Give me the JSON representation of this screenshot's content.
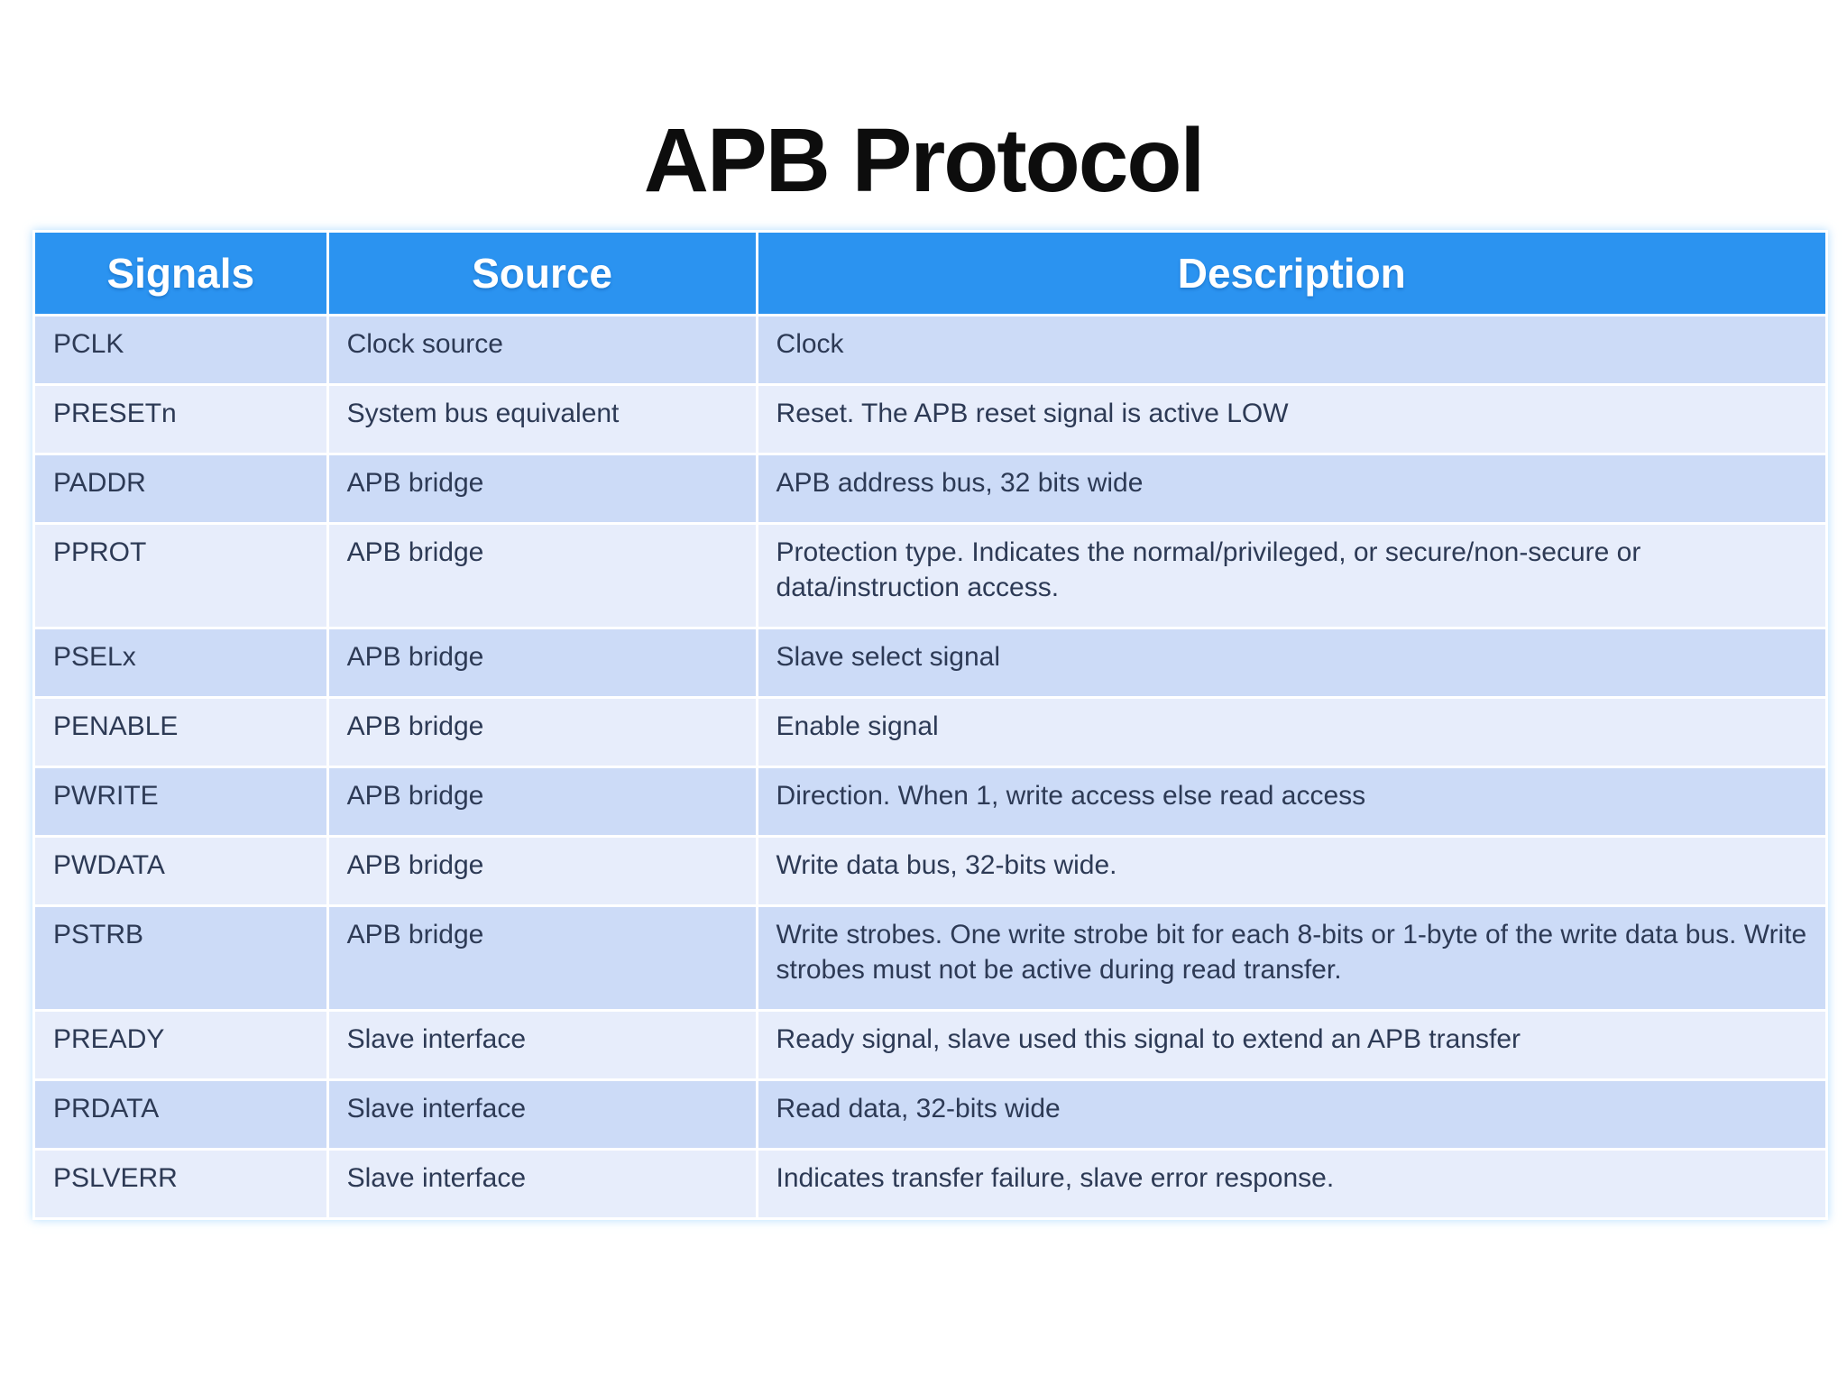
{
  "title": "APB Protocol",
  "table": {
    "columns": [
      "Signals",
      "Source",
      "Description"
    ],
    "rows": [
      {
        "signal": "PCLK",
        "source": "Clock source",
        "description": "Clock"
      },
      {
        "signal": "PRESETn",
        "source": "System bus equivalent",
        "description": "Reset. The APB reset signal is active LOW"
      },
      {
        "signal": "PADDR",
        "source": "APB bridge",
        "description": "APB address bus, 32 bits wide"
      },
      {
        "signal": "PPROT",
        "source": "APB bridge",
        "description": "Protection type. Indicates the normal/privileged, or secure/non-secure or data/instruction access."
      },
      {
        "signal": "PSELx",
        "source": "APB bridge",
        "description": "Slave select signal"
      },
      {
        "signal": "PENABLE",
        "source": "APB bridge",
        "description": "Enable signal"
      },
      {
        "signal": "PWRITE",
        "source": "APB bridge",
        "description": "Direction. When 1, write access else read access"
      },
      {
        "signal": "PWDATA",
        "source": "APB bridge",
        "description": "Write data bus, 32-bits wide."
      },
      {
        "signal": "PSTRB",
        "source": "APB bridge",
        "description": "Write strobes. One write strobe bit for each 8-bits or 1-byte of the write data bus. Write strobes must not be active during read transfer."
      },
      {
        "signal": "PREADY",
        "source": "Slave interface",
        "description": "Ready signal, slave used this signal to extend an APB transfer"
      },
      {
        "signal": "PRDATA",
        "source": "Slave interface",
        "description": "Read data, 32-bits wide"
      },
      {
        "signal": "PSLVERR",
        "source": "Slave interface",
        "description": "Indicates transfer failure, slave error response."
      }
    ]
  },
  "colors": {
    "page_bg": "#ffffff",
    "title_text": "#0d0d0d",
    "header_bg": "#2b93f0",
    "header_text": "#ffffff",
    "row_odd_bg": "#ccdbf7",
    "row_even_bg": "#e7edfb",
    "cell_text": "#2d3a55"
  }
}
